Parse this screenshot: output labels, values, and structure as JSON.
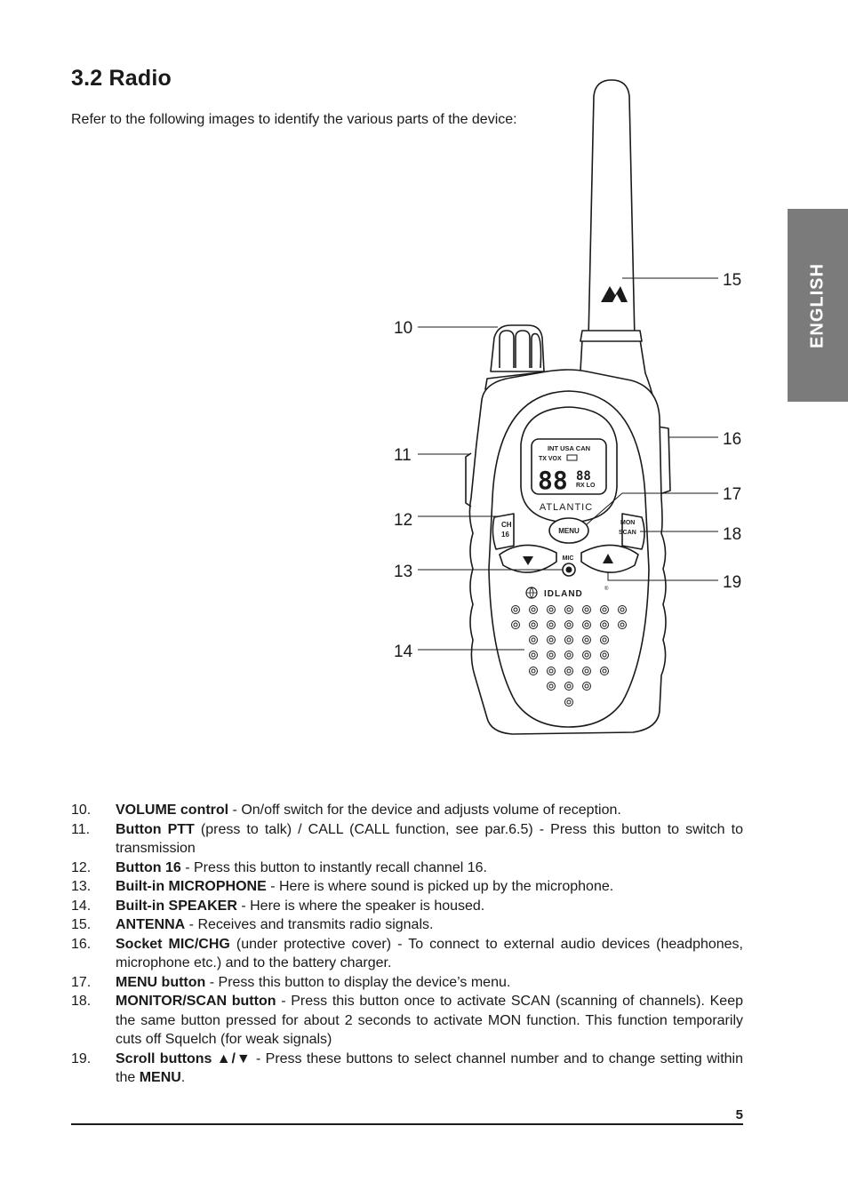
{
  "section": {
    "title": "3.2 Radio",
    "intro": "Refer to the following images to identify the various parts of the device:"
  },
  "side_tab": {
    "label": "ENGLISH",
    "color": "#7b7b7b"
  },
  "device": {
    "display_line1": "INT USA CAN",
    "display_line2": "TX VOX",
    "display_digits": "88",
    "display_small_digits": "88",
    "display_rx": "RX LO",
    "model_label": "ATLANTIC",
    "ch_button_line1": "CH",
    "ch_button_line2": "16",
    "menu_button": "MENU",
    "mon_button_line1": "MON",
    "mon_button_line2": "SCAN",
    "mic_label": "MIC",
    "brand": "IDLAND",
    "brand_mark": "®"
  },
  "callouts": [
    "10",
    "11",
    "12",
    "13",
    "14",
    "15",
    "16",
    "17",
    "18",
    "19"
  ],
  "parts": [
    {
      "num": "10.",
      "term": "VOLUME control",
      "desc": " - On/off switch for the device and adjusts volume of reception."
    },
    {
      "num": "11.",
      "term": "Button PTT",
      "desc": " (press to talk) / CALL (CALL function, see par.6.5) - Press this button to switch to transmission"
    },
    {
      "num": "12.",
      "term": "Button 16",
      "desc": " - Press this button to instantly recall channel 16."
    },
    {
      "num": "13.",
      "term": "Built-in MICROPHONE",
      "desc": " - Here is where sound is picked up by the microphone."
    },
    {
      "num": "14.",
      "term": "Built-in SPEAKER",
      "desc": " - Here is where the speaker is housed."
    },
    {
      "num": "15.",
      "term": "ANTENNA",
      "desc": " - Receives and transmits radio signals."
    },
    {
      "num": "16.",
      "term": "Socket MIC/CHG",
      "desc": " (under protective cover) - To connect to external audio devices (headphones, microphone etc.) and to the battery charger."
    },
    {
      "num": "17.",
      "term": "MENU button",
      "desc": " - Press this button to display the device’s menu."
    },
    {
      "num": "18.",
      "term": "MONITOR/SCAN button",
      "desc": " - Press this button once to activate SCAN (scanning of channels). Keep the same button pressed for about 2 seconds to activate MON function. This function temporarily cuts off Squelch (for weak signals)"
    },
    {
      "num": "19.",
      "term": "Scroll buttons ▲/▼",
      "desc": " - Press these buttons to select channel number and to change setting within the ",
      "tail_bold": "MENU",
      "tail": "."
    }
  ],
  "page_number": "5"
}
